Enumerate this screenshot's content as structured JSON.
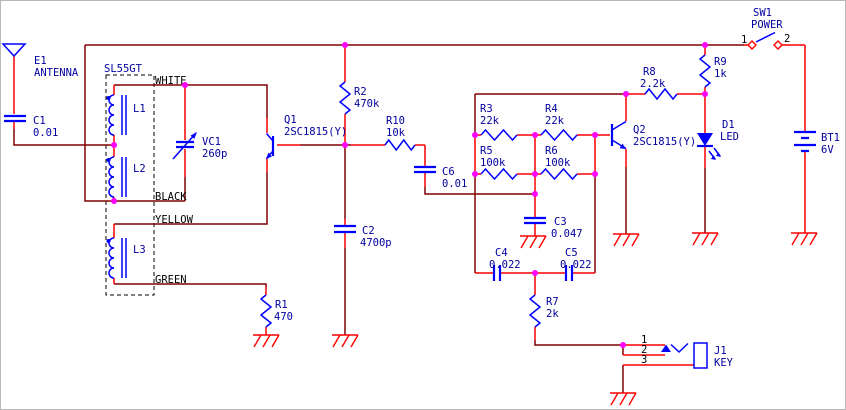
{
  "diagram": {
    "type": "circuit-schematic",
    "background": "#ffffff",
    "colors": {
      "wire": "#800000",
      "component_pin": "#ff0000",
      "symbol": "#0000ff",
      "junction": "#ff00ff",
      "label": "#0000a0",
      "net_label": "#000000"
    },
    "components": {
      "e1": {
        "ref": "E1",
        "value": "ANTENNA"
      },
      "c1": {
        "ref": "C1",
        "value": "0.01"
      },
      "t1": {
        "ref": "SL55GT",
        "windings": [
          "L1",
          "L2",
          "L3"
        ],
        "pins": [
          "WHITE",
          "BLACK",
          "YELLOW",
          "GREEN"
        ]
      },
      "vc1": {
        "ref": "VC1",
        "value": "260p"
      },
      "q1": {
        "ref": "Q1",
        "value": "2SC1815(Y)"
      },
      "q2": {
        "ref": "Q2",
        "value": "2SC1815(Y)"
      },
      "r1": {
        "ref": "R1",
        "value": "470"
      },
      "r2": {
        "ref": "R2",
        "value": "470k"
      },
      "r3": {
        "ref": "R3",
        "value": "22k"
      },
      "r4": {
        "ref": "R4",
        "value": "22k"
      },
      "r5": {
        "ref": "R5",
        "value": "100k"
      },
      "r6": {
        "ref": "R6",
        "value": "100k"
      },
      "r7": {
        "ref": "R7",
        "value": "2k"
      },
      "r8": {
        "ref": "R8",
        "value": "2.2k"
      },
      "r9": {
        "ref": "R9",
        "value": "1k"
      },
      "r10": {
        "ref": "R10",
        "value": "10k"
      },
      "c2": {
        "ref": "C2",
        "value": "4700p"
      },
      "c3": {
        "ref": "C3",
        "value": "0.047"
      },
      "c4": {
        "ref": "C4",
        "value": "0.022"
      },
      "c5": {
        "ref": "C5",
        "value": "0.022"
      },
      "c6": {
        "ref": "C6",
        "value": "0.01"
      },
      "d1": {
        "ref": "D1",
        "value": "LED"
      },
      "bt1": {
        "ref": "BT1",
        "value": "6V"
      },
      "sw1": {
        "ref": "SW1",
        "value": "POWER",
        "pin_numbers": [
          "1",
          "2"
        ]
      },
      "j1": {
        "ref": "J1",
        "value": "KEY",
        "pin_numbers": [
          "1",
          "2",
          "3"
        ]
      }
    }
  }
}
